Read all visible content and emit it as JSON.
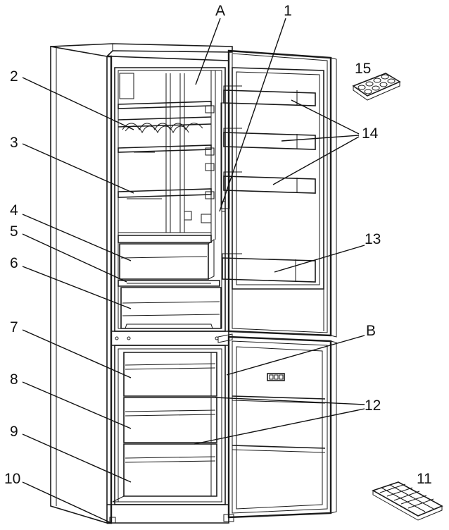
{
  "labels": {
    "A": "A",
    "B": "B",
    "n1": "1",
    "n2": "2",
    "n3": "3",
    "n4": "4",
    "n5": "5",
    "n6": "6",
    "n7": "7",
    "n8": "8",
    "n9": "9",
    "n10": "10",
    "n11": "11",
    "n12": "12",
    "n13": "13",
    "n14": "14",
    "n15": "15"
  }
}
